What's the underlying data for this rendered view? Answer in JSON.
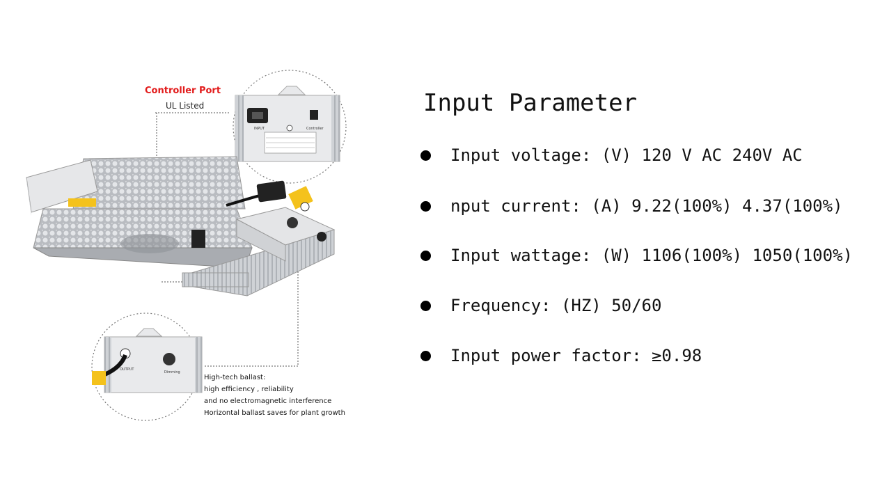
{
  "panel": {
    "title": "Input Parameter",
    "params": [
      "Input voltage: (V) 120 V AC 240V AC",
      "nput current: (A) 9.22(100%) 4.37(100%)",
      "Input wattage: (W) 1106(100%) 1050(100%)",
      "Frequency: (HZ) 50/60",
      "Input power factor: ≥0.98"
    ]
  },
  "illustration": {
    "controller_port_label": "Controller Port",
    "ul_label": "UL Listed",
    "input_label": "INPUT",
    "controller_label": "Controller",
    "output_label": "OUTPUT",
    "dimming_label": "Dimming",
    "caption_lines": [
      "High-tech ballast:",
      "high efficiency , reliability",
      "and no electromagnetic interference",
      "Horizontal ballast saves for plant growth"
    ]
  },
  "colors": {
    "accent_red": "#e21b1b",
    "text": "#111111",
    "aluminum": "#c9ccd0"
  }
}
